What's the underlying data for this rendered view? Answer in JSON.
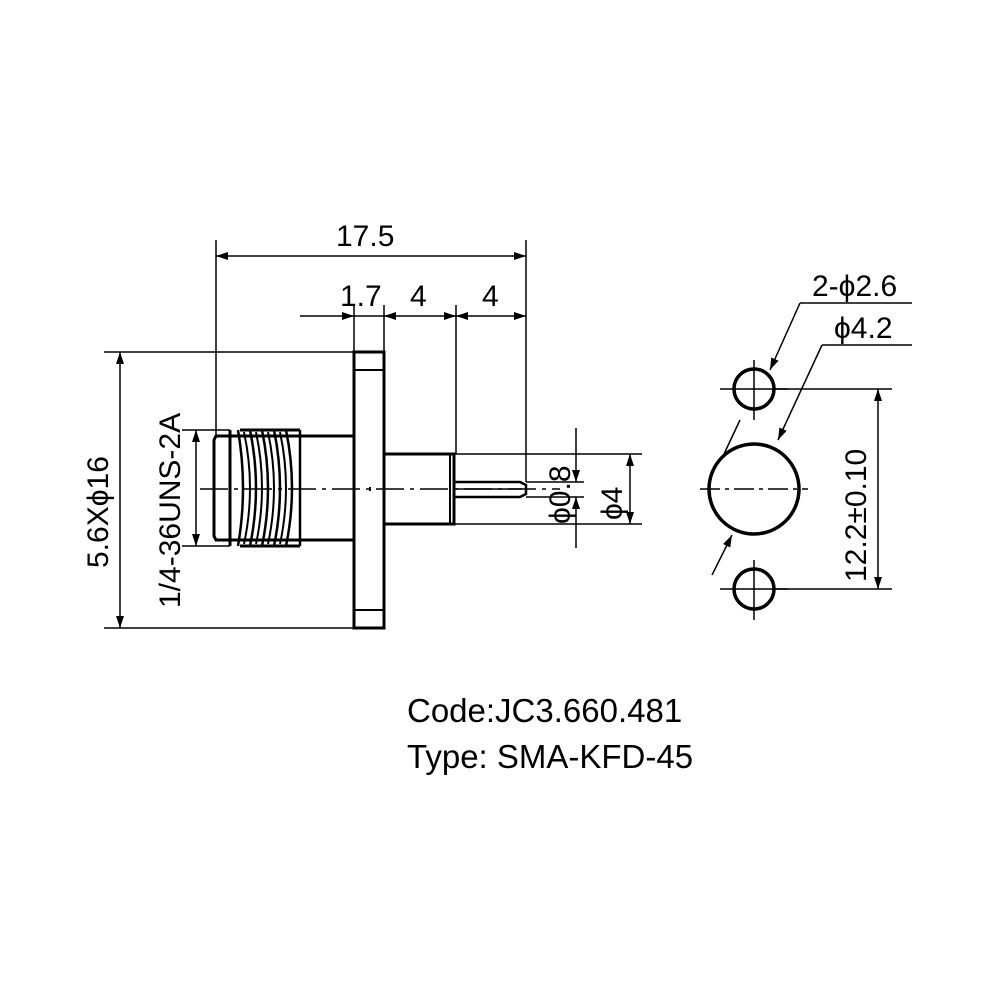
{
  "dimensions": {
    "overall_length": "17.5",
    "flange_thickness": "1.7",
    "body_length": "4",
    "pin_length": "4",
    "pin_diameter": "ϕ0.8",
    "insulator_diameter": "ϕ4",
    "thread": "1/4-36UNS-2A",
    "flange": "5.6Xϕ16",
    "mount_holes": "2-ϕ2.6",
    "center_hole": "ϕ4.2",
    "hole_spacing": "12.2±0.10"
  },
  "caption": {
    "code": "Code:JC3.660.481",
    "type": "Type: SMA-KFD-45"
  }
}
